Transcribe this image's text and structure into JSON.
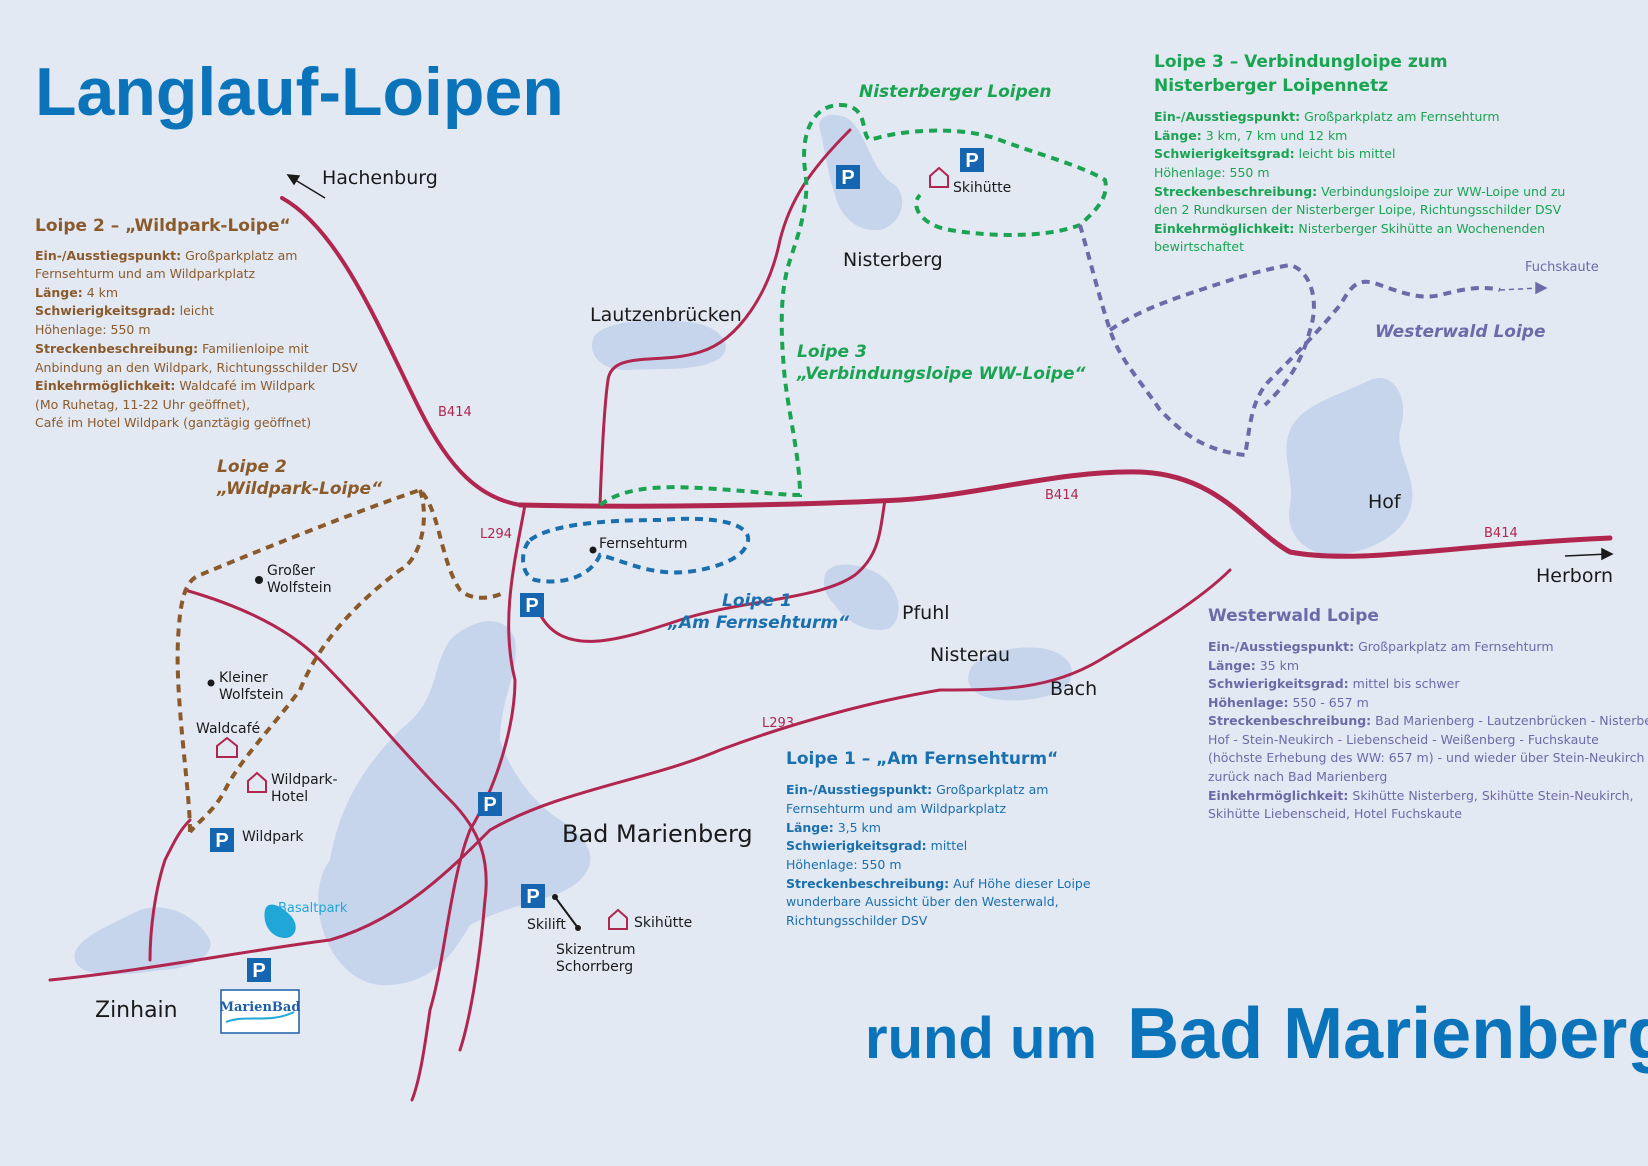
{
  "titles": {
    "main": "Langlauf-Loipen",
    "sub_small": "rund um",
    "sub_big": "Bad Marienberg"
  },
  "places": {
    "hachenburg": "Hachenburg",
    "lautzenbruecken": "Lautzenbrücken",
    "nisterberg": "Nisterberg",
    "skihuette_nisterberg": "Skihütte",
    "fernsehturm": "Fernsehturm",
    "pfuhl": "Pfuhl",
    "nisterau": "Nisterau",
    "bach": "Bach",
    "hof": "Hof",
    "herborn": "Herborn",
    "fuchskaute": "Fuchskaute",
    "bad_marienberg": "Bad Marienberg",
    "grosser_wolfstein_1": "Großer",
    "grosser_wolfstein_2": "Wolfstein",
    "kleiner_wolfstein_1": "Kleiner",
    "kleiner_wolfstein_2": "Wolfstein",
    "waldcafe": "Waldcafé",
    "wildpark_hotel_1": "Wildpark-",
    "wildpark_hotel_2": "Hotel",
    "wildpark": "Wildpark",
    "basaltpark": "Basaltpark",
    "zinhain": "Zinhain",
    "skilift": "Skilift",
    "skihuette_schorrberg": "Skihütte",
    "skizentrum_1": "Skizentrum",
    "skizentrum_2": "Schorrberg"
  },
  "roads": {
    "b414_a": "B414",
    "b414_b": "B414",
    "b414_c": "B414",
    "l294": "L294",
    "l293": "L293"
  },
  "parking_symbol": "P",
  "logo": "MarienBad",
  "route_labels": {
    "nisterberger": "Nisterberger Loipen",
    "loipe3_1": "Loipe 3",
    "loipe3_2": "„Verbindungsloipe WW-Loipe“",
    "westerwald": "Westerwald Loipe",
    "loipe2_1": "Loipe 2",
    "loipe2_2": "„Wildpark-Loipe“",
    "loipe1_1": "Loipe 1",
    "loipe1_2": "„Am Fernsehturm“"
  },
  "info_loipe2": {
    "title": "Loipe 2 – „Wildpark-Loipe“",
    "lines": [
      {
        "label": "Ein-/Ausstiegspunkt:",
        "text": " Großparkplatz am"
      },
      {
        "label": "",
        "text": "Fernsehturm und am Wildparkplatz"
      },
      {
        "label": "Länge:",
        "text": " 4 km"
      },
      {
        "label": "Schwierigkeitsgrad:",
        "text": " leicht"
      },
      {
        "label": "",
        "text": "Höhenlage: 550 m"
      },
      {
        "label": "Streckenbeschreibung:",
        "text": " Familienloipe mit"
      },
      {
        "label": "",
        "text": "Anbindung an den Wildpark, Richtungsschilder DSV"
      },
      {
        "label": "Einkehrmöglichkeit:",
        "text": " Waldcafé im Wildpark"
      },
      {
        "label": "",
        "text": "(Mo Ruhetag, 11-22 Uhr geöffnet),"
      },
      {
        "label": "",
        "text": "Café im Hotel Wildpark (ganztägig geöffnet)"
      }
    ]
  },
  "info_loipe3": {
    "title_1": "Loipe 3 – Verbindungloipe zum",
    "title_2": "Nisterberger Loipennetz",
    "lines": [
      {
        "label": "Ein-/Ausstiegspunkt:",
        "text": " Großparkplatz am Fernsehturm"
      },
      {
        "label": "Länge:",
        "text": " 3 km, 7 km und 12 km"
      },
      {
        "label": "Schwierigkeitsgrad:",
        "text": " leicht bis mittel"
      },
      {
        "label": "",
        "text": "Höhenlage: 550 m"
      },
      {
        "label": "Streckenbeschreibung:",
        "text": " Verbindungsloipe zur WW-Loipe und zu"
      },
      {
        "label": "",
        "text": "den 2 Rundkursen der Nisterberger Loipe, Richtungsschilder DSV"
      },
      {
        "label": "Einkehrmöglichkeit:",
        "text": " Nisterberger Skihütte an Wochenenden"
      },
      {
        "label": "",
        "text": "bewirtschaftet"
      }
    ]
  },
  "info_westerwald": {
    "title": "Westerwald Loipe",
    "lines": [
      {
        "label": "Ein-/Ausstiegspunkt:",
        "text": " Großparkplatz am Fernsehturm"
      },
      {
        "label": "Länge:",
        "text": " 35 km"
      },
      {
        "label": "Schwierigkeitsgrad:",
        "text": " mittel bis schwer"
      },
      {
        "label": "Höhenlage:",
        "text": " 550 - 657 m"
      },
      {
        "label": "Streckenbeschreibung:",
        "text": " Bad Marienberg - Lautzenbrücken - Nisterberg -"
      },
      {
        "label": "",
        "text": "Hof - Stein-Neukirch - Liebenscheid - Weißenberg - Fuchskaute"
      },
      {
        "label": "",
        "text": "(höchste Erhebung des WW: 657 m) - und wieder über Stein-Neukirch"
      },
      {
        "label": "",
        "text": "zurück nach Bad Marienberg"
      },
      {
        "label": "Einkehrmöglichkeit:",
        "text": " Skihütte Nisterberg, Skihütte Stein-Neukirch,"
      },
      {
        "label": "",
        "text": "Skihütte Liebenscheid, Hotel Fuchskaute"
      }
    ]
  },
  "info_loipe1": {
    "title": "Loipe 1 – „Am Fernsehturm“",
    "lines": [
      {
        "label": "Ein-/Ausstiegspunkt:",
        "text": " Großparkplatz am"
      },
      {
        "label": "",
        "text": "Fernsehturm und am Wildparkplatz"
      },
      {
        "label": "Länge:",
        "text": " 3,5 km"
      },
      {
        "label": "Schwierigkeitsgrad:",
        "text": " mittel"
      },
      {
        "label": "",
        "text": "Höhenlage: 550 m"
      },
      {
        "label": "Streckenbeschreibung:",
        "text": " Auf Höhe dieser Loipe"
      },
      {
        "label": "",
        "text": "wunderbare Aussicht über den Westerwald,"
      },
      {
        "label": "",
        "text": "Richtungsschilder DSV"
      }
    ]
  },
  "colors": {
    "background": "#e3e9f3",
    "settlement": "#c6d4ec",
    "road": "#b0264f",
    "loipe1": "#1a6fae",
    "loipe2": "#8b5a2b",
    "loipe3": "#1aa452",
    "westerwald": "#6c6aa8",
    "title": "#0b73b9",
    "parking": "#1565b0",
    "hut": "#b0264f",
    "basaltpark": "#20a7d8"
  }
}
